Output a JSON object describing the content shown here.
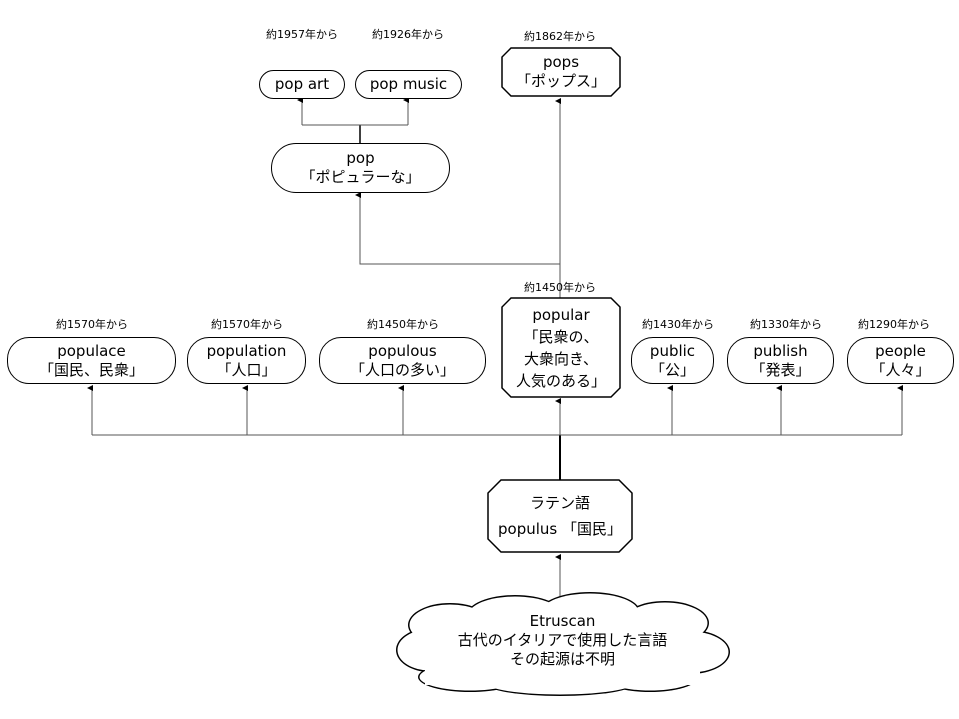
{
  "nodes": {
    "pop_art": {
      "date": "約1957年から",
      "lines": [
        "pop art"
      ]
    },
    "pop_music": {
      "date": "約1926年から",
      "lines": [
        "pop music"
      ]
    },
    "pops": {
      "date": "約1862年から",
      "lines": [
        "pops",
        "「ポップス」"
      ]
    },
    "pop": {
      "lines": [
        "pop",
        "「ポピュラーな」"
      ]
    },
    "populace": {
      "date": "約1570年から",
      "lines": [
        "populace",
        "「国民、民衆」"
      ]
    },
    "population": {
      "date": "約1570年から",
      "lines": [
        "population",
        "「人口」"
      ]
    },
    "populous": {
      "date": "約1450年から",
      "lines": [
        "populous",
        "「人口の多い」"
      ]
    },
    "popular": {
      "date": "約1450年から",
      "lines": [
        "popular",
        "「民衆の、",
        "大衆向き、",
        "人気のある」"
      ]
    },
    "public": {
      "date": "約1430年から",
      "lines": [
        "public",
        "「公」"
      ]
    },
    "publish": {
      "date": "約1330年から",
      "lines": [
        "publish",
        "「発表」"
      ]
    },
    "people": {
      "date": "約1290年から",
      "lines": [
        "people",
        "「人々」"
      ]
    },
    "latin": {
      "lines": [
        "ラテン語",
        "populus 「国民」"
      ]
    },
    "etruscan": {
      "lines": [
        "Etruscan",
        "古代のイタリアで使用した言語",
        "その起源は不明"
      ]
    }
  }
}
